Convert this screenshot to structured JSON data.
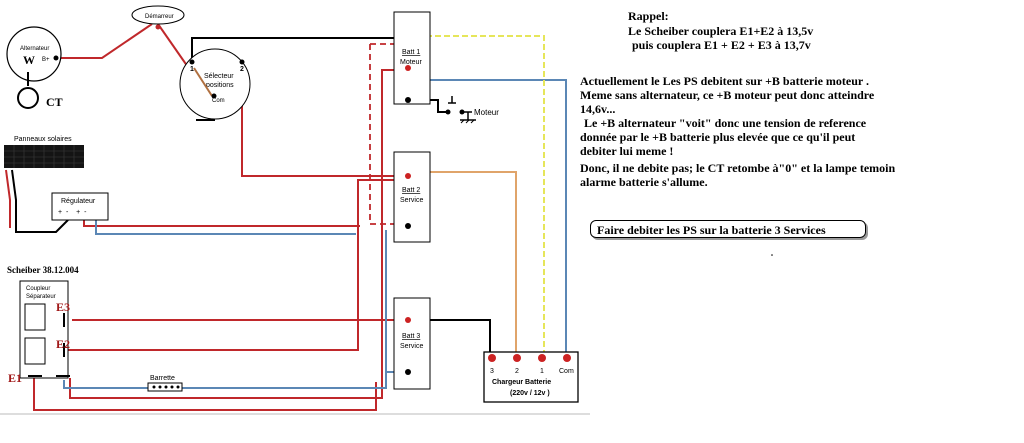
{
  "colors": {
    "wire_red": "#c0282b",
    "wire_black": "#000000",
    "wire_blue": "#5b87b5",
    "wire_orange": "#e0a46a",
    "wire_yellow": "#e6e65a",
    "terminal_red": "#cc2222"
  },
  "components": {
    "alternator": {
      "label": "Alternateur",
      "letter": "W",
      "terminal": "B+",
      "ct_label": "CT"
    },
    "starter": {
      "label": "Démarreur"
    },
    "selector": {
      "label_line1": "Sélecteur",
      "label_line2": "positions",
      "pos1": "1",
      "pos2": "2",
      "com": "Com"
    },
    "solar": {
      "label": "Panneaux solaires"
    },
    "regulator": {
      "label": "Régulateur",
      "terminals": "+  -    +  -"
    },
    "coupler": {
      "title": "Scheiber 38.12.004",
      "label_line1": "Coupleur",
      "label_line2": "Séparateur",
      "e3": "E3",
      "e2": "E2",
      "e1": "E1"
    },
    "bus_bar": {
      "label": "Barrette"
    },
    "batt1": {
      "line1": "Batt 1",
      "line2": "Moteur"
    },
    "batt2": {
      "line1": "Batt 2",
      "line2": "Service"
    },
    "batt3": {
      "line1": "Batt 3",
      "line2": "Service"
    },
    "engine_ground": {
      "label": "Moteur"
    },
    "charger": {
      "t3": "3",
      "t2": "2",
      "t1": "1",
      "tcom": "Com",
      "line1": "Chargeur Batterie",
      "line2": "(220v / 12v )"
    }
  },
  "notes": {
    "rappel_title": "Rappel:",
    "rappel_line1": "Le Scheiber couplera  E1+E2  à  13,5v",
    "rappel_line2": "puis couplera     E1 + E2 + E3  à  13,7v",
    "para1_line1": "Actuellement le Les PS debitent sur +B batterie moteur .",
    "para1_line2": "Meme sans alternateur, ce +B moteur peut donc atteindre",
    "para1_line3": "14,6v...",
    "para2_line1": "Le +B  alternateur \"voit\" donc une tension de reference",
    "para2_line2": "donnée par le +B batterie plus elevée que ce qu'il peut",
    "para2_line3": "debiter lui meme !",
    "para3_line1": "Donc, il ne debite pas; le CT retombe à\"0\" et la lampe temoin",
    "para3_line2": "alarme  batterie  s'allume.",
    "action": "Faire debiter les PS sur la batterie 3 Services"
  }
}
